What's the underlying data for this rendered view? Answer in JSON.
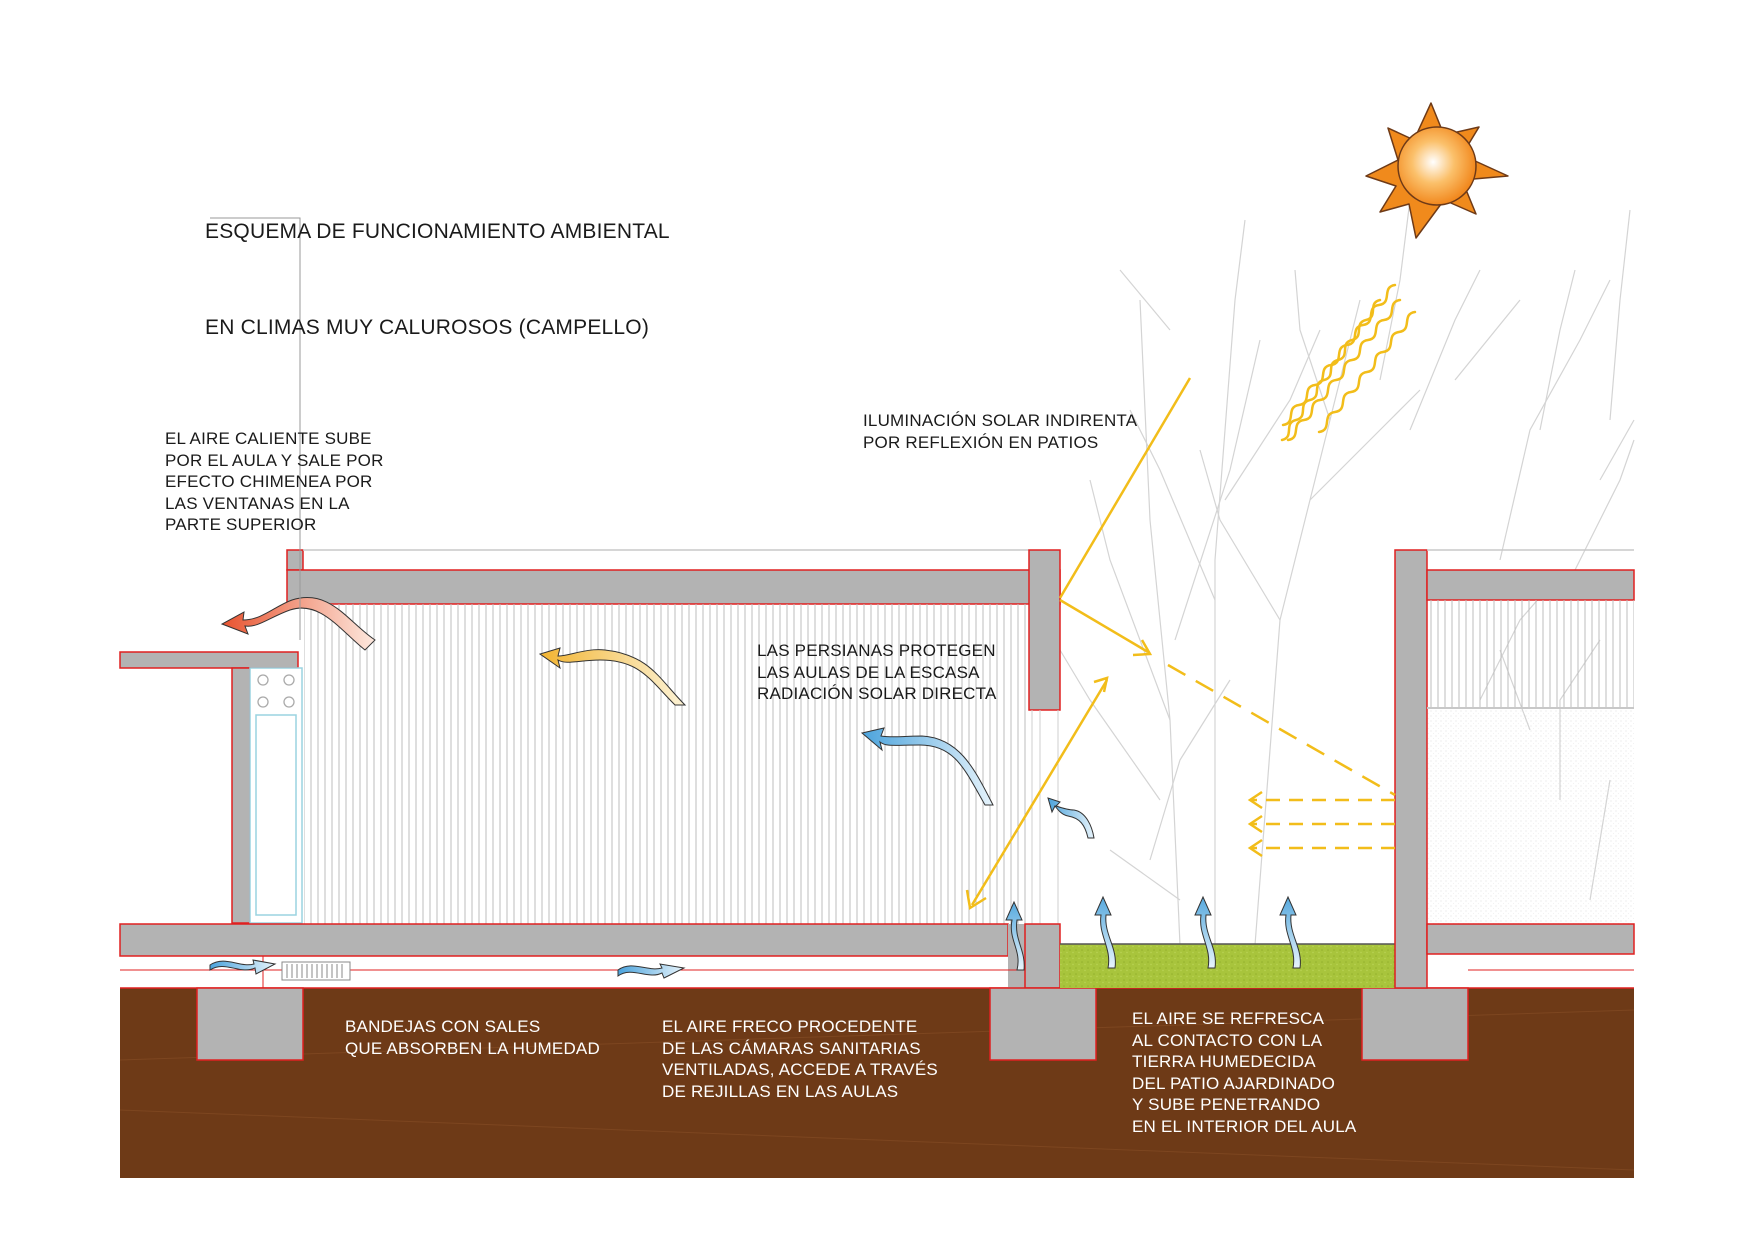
{
  "title": {
    "line1": "ESQUEMA DE FUNCIONAMIENTO AMBIENTAL",
    "line2": "EN CLIMAS MUY CALUROSOS (CAMPELLO)"
  },
  "labels": {
    "hot_air": "EL AIRE CALIENTE SUBE\nPOR EL AULA Y SALE POR\nEFECTO CHIMENEA POR\nLAS VENTANAS EN LA\nPARTE SUPERIOR",
    "solar": "ILUMINACIÓN SOLAR INDIRENTA\nPOR REFLEXIÓN EN PATIOS",
    "blinds": "LAS PERSIANAS PROTEGEN\nLAS AULAS DE LA ESCASA\nRADIACIÓN SOLAR DIRECTA",
    "salts": "BANDEJAS CON SALES\nQUE ABSORBEN LA HUMEDAD",
    "fresh_air": "EL AIRE FRECO PROCEDENTE\nDE LAS CÁMARAS SANITARIAS\nVENTILADAS, ACCEDE A TRAVÉS\nDE REJILLAS EN LAS AULAS",
    "cool_air": "EL AIRE SE REFRESCA\nAL CONTACTO CON LA\nTIERRA HUMEDECIDA\nDEL PATIO AJARDINADO\nY SUBE PENETRANDO\nEN EL INTERIOR DEL AULA"
  },
  "colors": {
    "earth": "#6e3a17",
    "concrete": "#b3b3b3",
    "outline": "#e02020",
    "grass": "#a6c23a",
    "sun": "#f08a1c",
    "sun_ray": "#f2bd1a",
    "air_cool": "#6bb6e3",
    "air_warm": "#f5cd62",
    "air_hot": "#f07050"
  }
}
